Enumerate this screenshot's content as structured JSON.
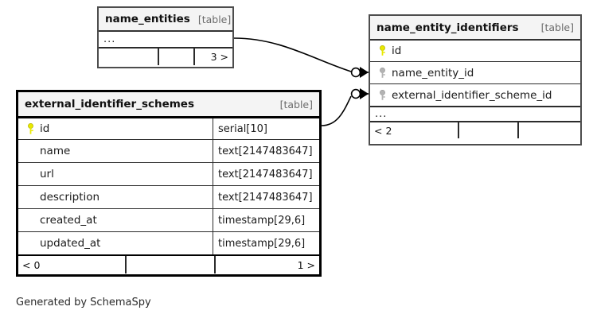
{
  "diagram": {
    "type": "entity-relationship",
    "generator_note": "Generated by SchemaSpy",
    "table_tag": "[table]",
    "ellipsis": "..."
  },
  "tables": [
    {
      "id": "name_entities",
      "name": "name_entities",
      "tag": "[table]",
      "collapsed": true,
      "ellipsis": "...",
      "footer": {
        "left": "",
        "middle": "",
        "right": "3 >"
      }
    },
    {
      "id": "name_entity_identifiers",
      "name": "name_entity_identifiers",
      "tag": "[table]",
      "ellipsis": "...",
      "columns": [
        {
          "name": "id",
          "key": "primary",
          "key_icon": "yellow-key-icon",
          "type": ""
        },
        {
          "name": "name_entity_id",
          "key": "foreign",
          "key_icon": "gray-key-icon",
          "type": ""
        },
        {
          "name": "external_identifier_scheme_id",
          "key": "foreign",
          "key_icon": "gray-key-icon",
          "type": ""
        }
      ],
      "footer": {
        "left": "< 2",
        "middle": "",
        "right": ""
      }
    },
    {
      "id": "external_identifier_schemes",
      "name": "external_identifier_schemes",
      "tag": "[table]",
      "columns": [
        {
          "name": "id",
          "key": "primary",
          "key_icon": "yellow-key-icon",
          "type": "serial[10]"
        },
        {
          "name": "name",
          "key": "none",
          "key_icon": "",
          "type": "text[2147483647]"
        },
        {
          "name": "url",
          "key": "none",
          "key_icon": "",
          "type": "text[2147483647]"
        },
        {
          "name": "description",
          "key": "none",
          "key_icon": "",
          "type": "text[2147483647]"
        },
        {
          "name": "created_at",
          "key": "none",
          "key_icon": "",
          "type": "timestamp[29,6]"
        },
        {
          "name": "updated_at",
          "key": "none",
          "key_icon": "",
          "type": "timestamp[29,6]"
        }
      ],
      "footer": {
        "left": "< 0",
        "middle": "",
        "right": "1 >"
      }
    }
  ],
  "relationships": [
    {
      "id": "rel-name-entities-to-nei",
      "from_table": "name_entities",
      "to_table": "name_entity_identifiers",
      "to_column": "name_entity_id",
      "from_cardinality": "zero-or-one",
      "to_cardinality": "many",
      "notation": "crows-foot"
    },
    {
      "id": "rel-eis-to-nei",
      "from_table": "external_identifier_schemes",
      "from_column": "id",
      "to_table": "name_entity_identifiers",
      "to_column": "external_identifier_scheme_id",
      "from_cardinality": "zero-or-one",
      "to_cardinality": "many",
      "notation": "crows-foot"
    }
  ],
  "colors": {
    "primary_key": "#e8e800",
    "foreign_key": "#b3b3b3",
    "header_fill": "#f4f4f4",
    "border": "#000000",
    "text": "#1a1a1a"
  }
}
